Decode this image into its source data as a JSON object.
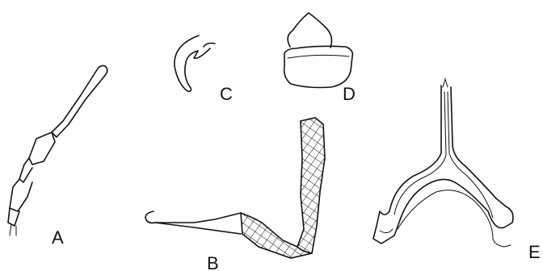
{
  "figure": {
    "panel_labels": {
      "a": "A",
      "b": "B",
      "c": "C",
      "d": "D",
      "e": "E"
    }
  }
}
